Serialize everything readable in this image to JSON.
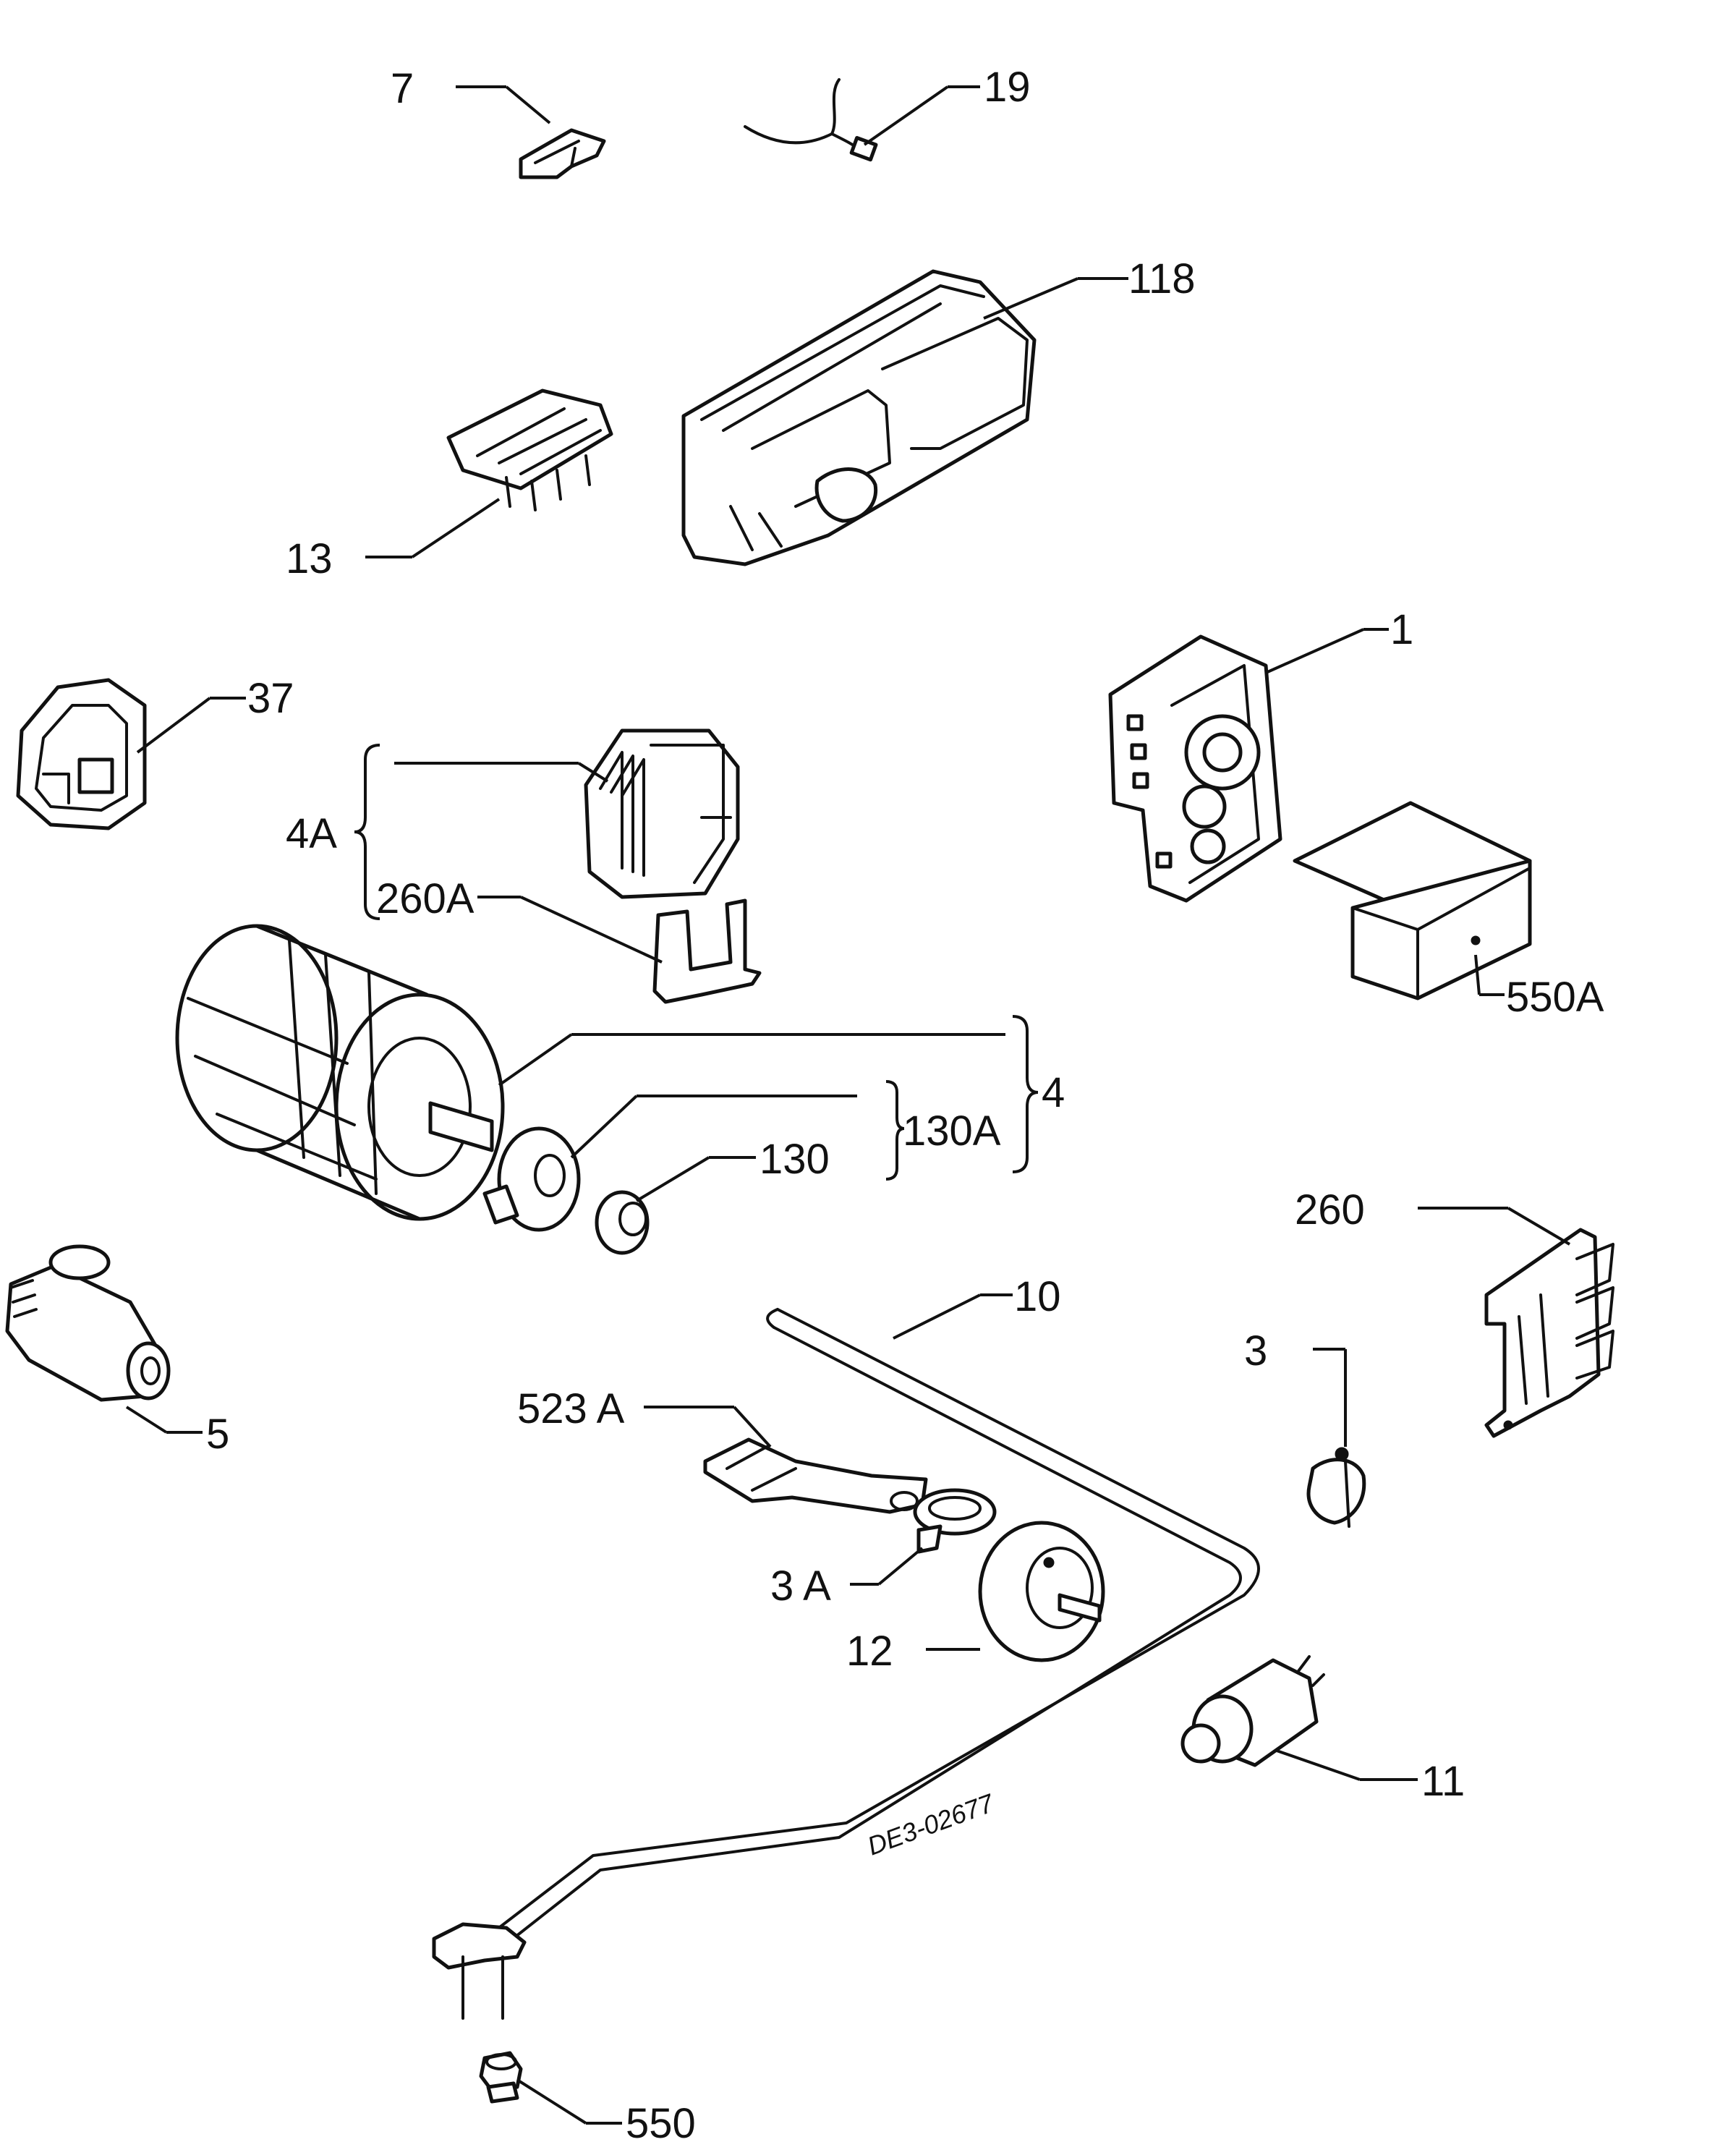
{
  "labels": {
    "p7": "7",
    "p19": "19",
    "p118": "118",
    "p13": "13",
    "p37": "37",
    "p1": "1",
    "p4a": "4A",
    "p260a": "260A",
    "p550a": "550A",
    "p4": "4",
    "p130a": "130A",
    "p130": "130",
    "p260": "260",
    "p10": "10",
    "p3": "3",
    "p5": "5",
    "p523a": "523 A",
    "p3a": "3 A",
    "p12": "12",
    "p11": "11",
    "p550": "550"
  },
  "drawing_code": "DE3-02677"
}
